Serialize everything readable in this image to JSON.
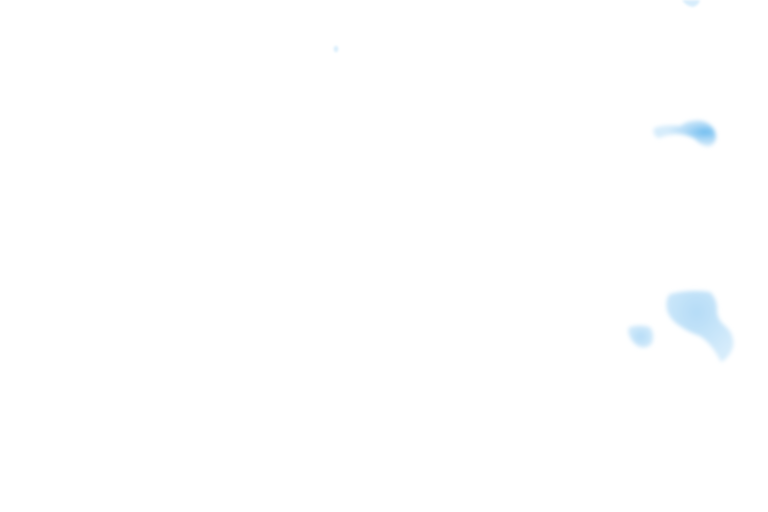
{
  "map": {
    "background_color": "#ffffff",
    "overlay_palette": {
      "light": "#d6ecfb",
      "mid": "#b5dcf7",
      "dark": "#6fbdf0"
    },
    "layer_type": "blue intensity overlay",
    "features": [
      {
        "id": "blob-top-right-fragment",
        "intensity": "low"
      },
      {
        "id": "blob-small-dot",
        "intensity": "very-low"
      },
      {
        "id": "blob-upper-right-band",
        "intensity": "medium"
      },
      {
        "id": "blob-lower-right-large",
        "intensity": "low-medium"
      },
      {
        "id": "blob-lower-right-small",
        "intensity": "low-medium"
      }
    ]
  }
}
